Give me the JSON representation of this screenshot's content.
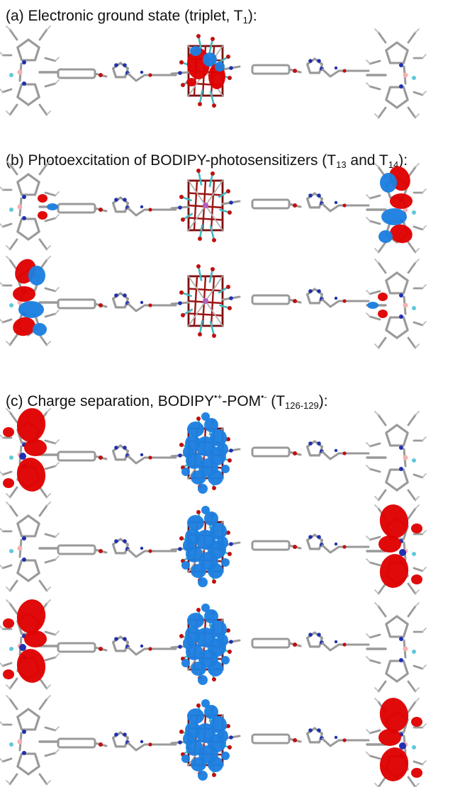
{
  "panels": {
    "a": {
      "prefix": "(a) Electronic ground state (triplet, T",
      "sub": "1",
      "suffix": "):"
    },
    "b": {
      "prefix": "(b) Photoexcitation of BODIPY-photosensitizers (T",
      "sub1": "13",
      "mid": " and T",
      "sub2": "14",
      "suffix": "):"
    },
    "c": {
      "prefix": "(c) Charge separation, BODIPY",
      "sup1": "•+",
      "mid": "-POM",
      "sup2": "•-",
      "tail": " (T",
      "sub": "126-129",
      "suffix": "):"
    }
  },
  "colors": {
    "positive_lobe": "#e00000",
    "negative_lobe": "#1c7fe0",
    "bond": "#9a9a9a",
    "nitrogen": "#2030b0",
    "oxygen": "#c01010",
    "hydrogen": "#f0f0f0",
    "boron": "#f4b0b0",
    "fluorine": "#60c8d8",
    "tungsten": "#40b8c0"
  },
  "rows": [
    {
      "panel": "a",
      "left": "none",
      "center": "mixed",
      "right": "none"
    },
    {
      "panel": "b",
      "left": "small",
      "center": "none",
      "right": "mixed"
    },
    {
      "panel": "b",
      "left": "mixed",
      "center": "none",
      "right": "small"
    },
    {
      "panel": "c",
      "left": "red",
      "center": "blue",
      "right": "none"
    },
    {
      "panel": "c",
      "left": "none",
      "center": "blue",
      "right": "red"
    },
    {
      "panel": "c",
      "left": "red",
      "center": "blue",
      "right": "none"
    },
    {
      "panel": "c",
      "left": "none",
      "center": "blue",
      "right": "red"
    }
  ]
}
